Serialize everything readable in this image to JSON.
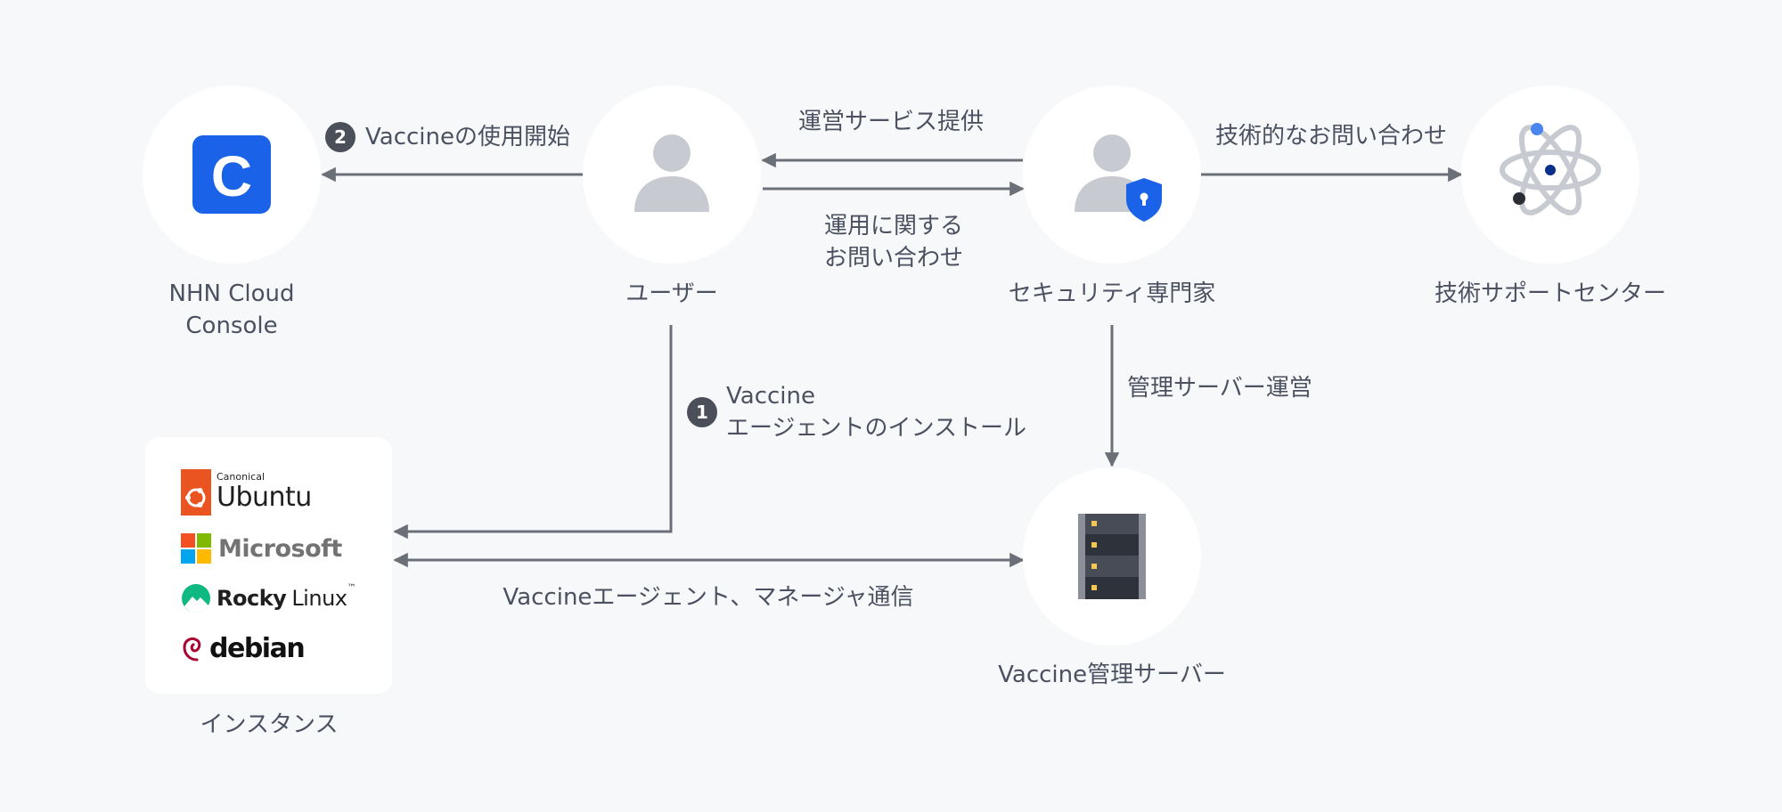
{
  "nodes": {
    "console": {
      "label_lines": [
        "NHN Cloud",
        "Console"
      ],
      "icon_letter": "C"
    },
    "user": {
      "label": "ユーザー"
    },
    "expert": {
      "label": "セキュリティ専門家"
    },
    "support": {
      "label": "技術サポートセンター"
    },
    "server": {
      "label": "Vaccine管理サーバー"
    },
    "instance": {
      "label": "インスタンス"
    }
  },
  "edges": {
    "usage_start": {
      "badge": "2",
      "label": "Vaccineの使用開始"
    },
    "ops_service": {
      "label": "運営サービス提供"
    },
    "ops_inquiry": {
      "label_lines": [
        "運用に関する",
        "お問い合わせ"
      ]
    },
    "tech_inquiry": {
      "label": "技術的なお問い合わせ"
    },
    "server_ops": {
      "label": "管理サーバー運営"
    },
    "agent_install": {
      "badge": "1",
      "label_lines": [
        "Vaccine",
        "エージェントのインストール"
      ]
    },
    "agent_comm": {
      "label": "Vaccineエージェント、マネージャ通信"
    }
  },
  "os_list": {
    "ubuntu": {
      "small": "Canonical",
      "name": "Ubuntu"
    },
    "microsoft": {
      "name": "Microsoft"
    },
    "rocky": {
      "name": "Rocky",
      "name2": "Linux",
      "tm": "™"
    },
    "debian": {
      "name": "debian"
    }
  },
  "colors": {
    "background": "#f7f8fa",
    "arrow": "#6b6f78",
    "console_blue": "#1a62e8",
    "person_gray": "#c7cad1",
    "shield_blue": "#1a62e8",
    "ubuntu_orange": "#e95420",
    "rocky_green": "#10b981",
    "debian_red": "#a80030"
  }
}
